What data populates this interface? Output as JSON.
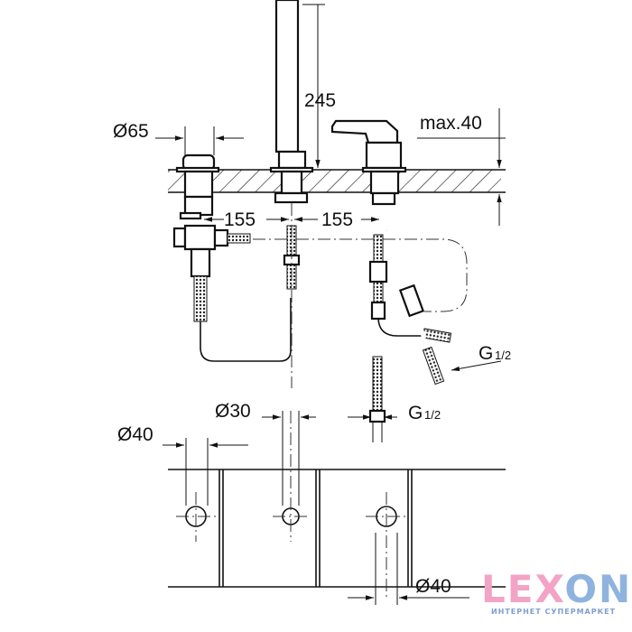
{
  "dimensions": {
    "d65": "Ø65",
    "h245": "245",
    "max40": "max.40",
    "spacing_left": "155",
    "spacing_right": "155",
    "g_half_upper": "G",
    "g_half_lower": "G",
    "g_fraction": "1/2",
    "d30": "Ø30",
    "d40_top": "Ø40",
    "d40_bottom": "Ø40"
  },
  "logo": {
    "word_pink": "LEX",
    "word_blue": "ON",
    "tagline": "ИНТЕРНЕТ СУПЕРМАРКЕТ"
  }
}
